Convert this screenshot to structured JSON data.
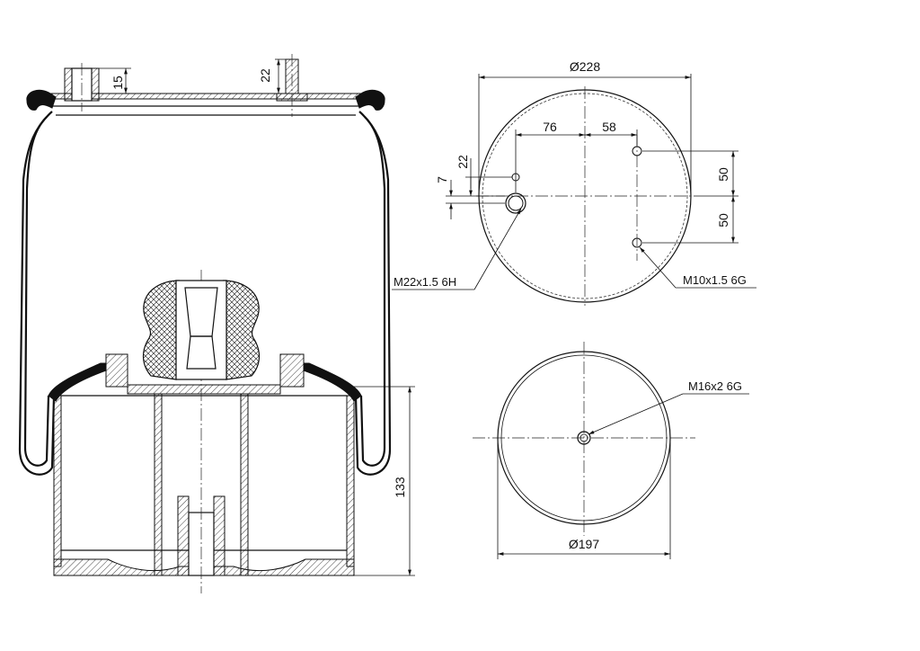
{
  "dimensions": {
    "top_stud_height": "15",
    "top_bolt_height": "22",
    "piston_height": "133",
    "plate_diameter": "Ø228",
    "offset_left": "76",
    "offset_right": "58",
    "offset_vertical_upper": "50",
    "offset_vertical_lower": "50",
    "small_hole_offset": "7",
    "small_hole_height": "22",
    "base_diameter": "Ø197"
  },
  "threads": {
    "air_inlet": "M22x1.5 6H",
    "mounting_studs": "M10x1.5 6G",
    "base_bolt": "M16x2 6G"
  },
  "colors": {
    "line": "#111111",
    "background": "#ffffff"
  }
}
